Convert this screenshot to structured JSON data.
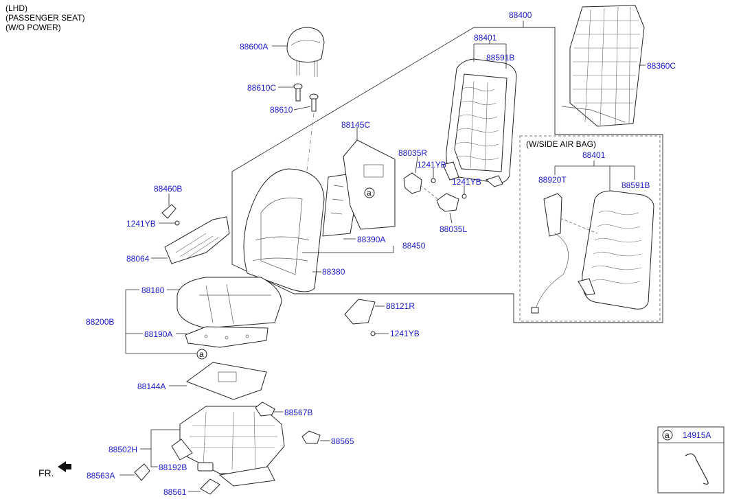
{
  "header": {
    "line1": "(LHD)",
    "line2": "(PASSENGER SEAT)",
    "line3": "(W/O POWER)"
  },
  "airbag_box": {
    "title": "(W/SIDE AIR BAG)"
  },
  "ref_box": {
    "marker": "a",
    "part": "14915A"
  },
  "fr_label": "FR.",
  "marker_a": "a",
  "colors": {
    "label_blue": "#1a1acc",
    "line_dark": "#222222"
  },
  "labels": {
    "p88400": "88400",
    "p88401": "88401",
    "p88591B": "88591B",
    "p88360C": "88360C",
    "p88600A": "88600A",
    "p88610C": "88610C",
    "p88610": "88610",
    "p88145C": "88145C",
    "p88035R": "88035R",
    "p1241YB_a": "1241YB",
    "p1241YB_b": "1241YB",
    "p88035L": "88035L",
    "p88460B": "88460B",
    "p1241YB_c": "1241YB",
    "p88064": "88064",
    "p88390A": "88390A",
    "p88450": "88450",
    "p88380": "88380",
    "p88180": "88180",
    "p88200B": "88200B",
    "p88190A": "88190A",
    "p88121R": "88121R",
    "p1241YB_d": "1241YB",
    "p88144A": "88144A",
    "p88567B": "88567B",
    "p88502H": "88502H",
    "p88565": "88565",
    "p88563A": "88563A",
    "p88192B": "88192B",
    "p88561": "88561",
    "p88401_bag": "88401",
    "p88920T": "88920T",
    "p88591B_bag": "88591B"
  }
}
